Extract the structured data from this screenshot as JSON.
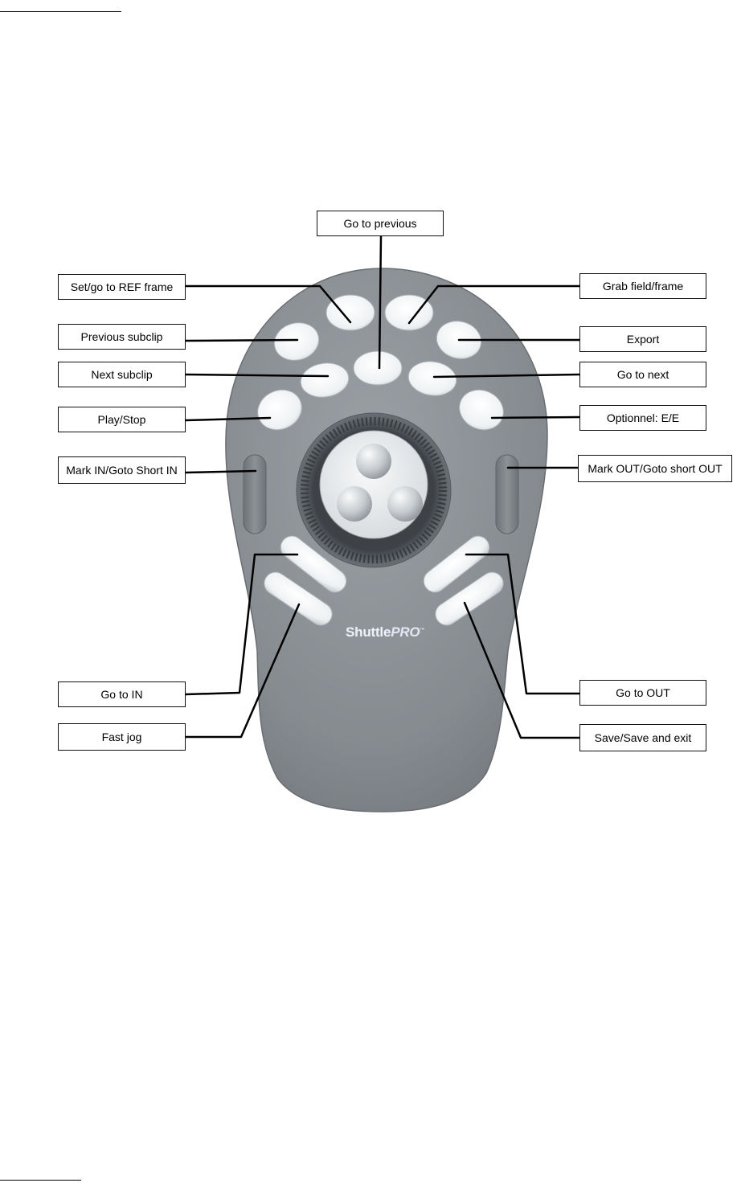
{
  "device": {
    "brand_name": "Shuttle",
    "brand_suffix": "PRO",
    "brand_mark": "™"
  },
  "labels": {
    "go_to_previous": "Go to previous",
    "set_go_to_ref_frame": "Set/go to REF frame",
    "grab_field_frame": "Grab field/frame",
    "previous_subclip": "Previous subclip",
    "export": "Export",
    "next_subclip": "Next subclip",
    "go_to_next": "Go to next",
    "play_stop": "Play/Stop",
    "optionnel_e_e": "Optionnel: E/E",
    "mark_in_goto_short_in": "Mark IN/Goto Short IN",
    "mark_out_goto_short_out": "Mark OUT/Goto short OUT",
    "go_to_in": "Go to IN",
    "fast_jog": "Fast jog",
    "go_to_out": "Go to OUT",
    "save_save_and_exit": "Save/Save and exit"
  },
  "colors": {
    "device_body": "#888d92",
    "device_edge": "#6f7378",
    "button_light": "#f2f4f6",
    "jog_ring": "#4c5055",
    "leader_line": "#000000"
  }
}
